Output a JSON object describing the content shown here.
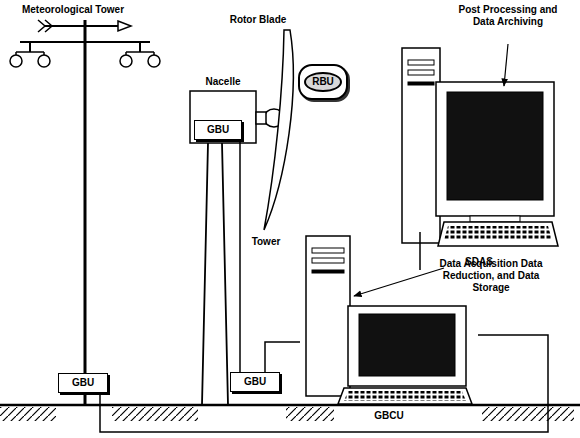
{
  "diagram": {
    "nodes": [
      {
        "text": [
          "Nacelle"
        ]
      },
      {
        "text": [
          "GBU"
        ],
        "in": 0
      },
      {
        "text": [
          "RBU"
        ]
      },
      {
        "text": [
          "SDAS"
        ]
      },
      {
        "text": [
          "GBCU"
        ]
      },
      {
        "text": [
          "GBU"
        ]
      },
      {
        "text": [
          "GBU"
        ]
      }
    ],
    "edges": [
      {
        "from": 1,
        "to": 5,
        "arrow": "none"
      },
      {
        "from": 5,
        "to": 4,
        "arrow": "none"
      },
      {
        "from": 6,
        "to": 4,
        "arrow": "none"
      },
      {
        "from": 4,
        "to": 3,
        "arrow": "none"
      }
    ],
    "labels": [
      "Meteorological Tower",
      "Rotor Blade",
      "Tower",
      "Post Processing and Data Archiving",
      "Data Acquisition Data Reduction, and Data Storage"
    ]
  }
}
